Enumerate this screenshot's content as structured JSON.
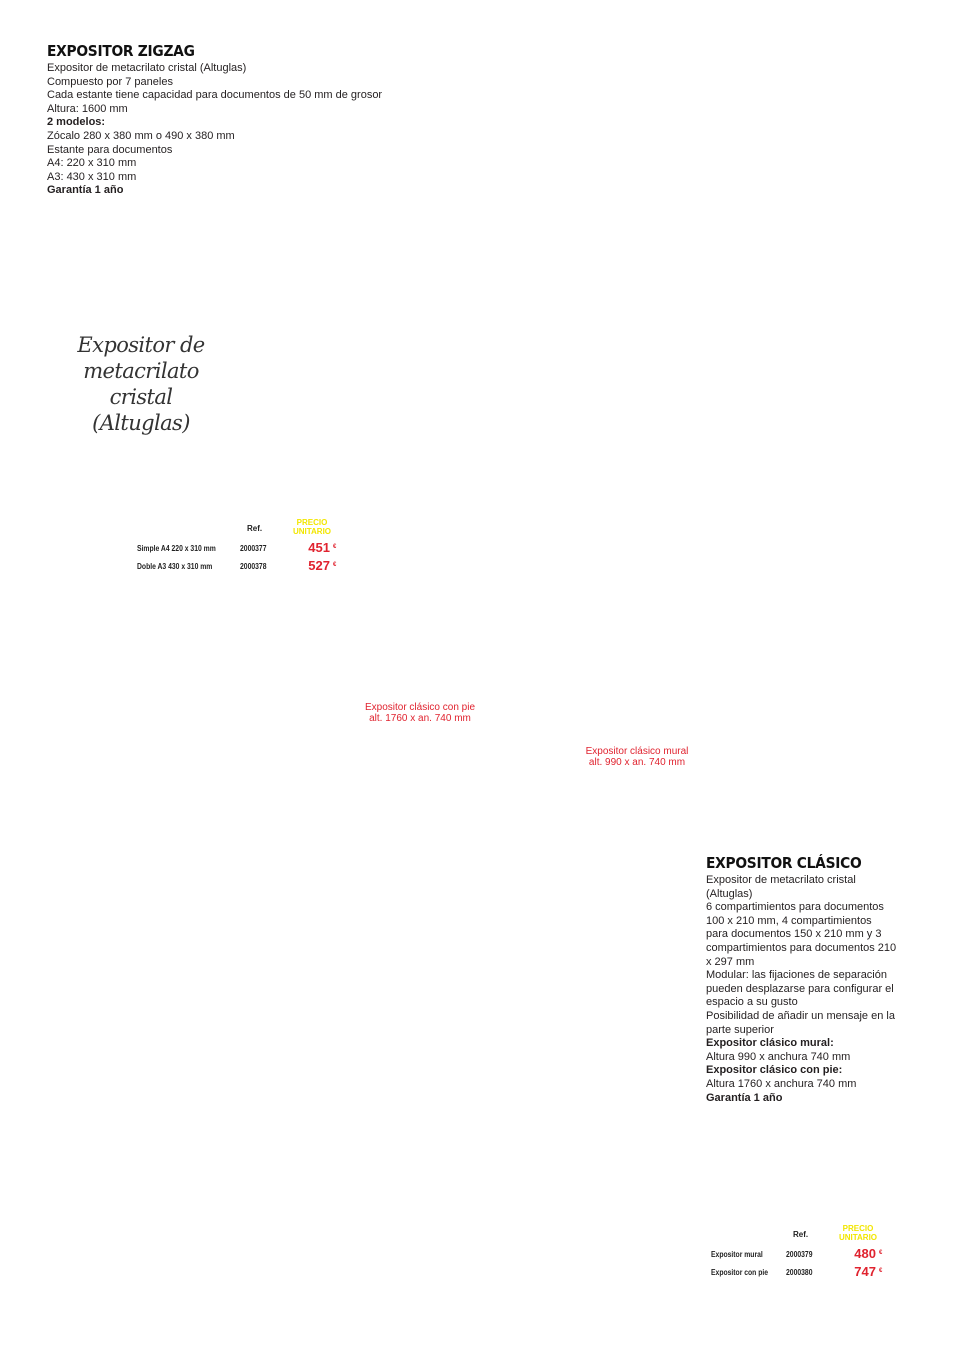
{
  "zigzag": {
    "title": "EXPOSITOR ZIGZAG",
    "lines": [
      "Expositor de metacrilato cristal (Altuglas)",
      "Compuesto por 7 paneles",
      "Cada estante tiene capacidad para documentos de 50 mm de grosor",
      "Altura: 1600 mm",
      "2 modelos:",
      "Zócalo 280 x 380 mm o 490 x 380 mm",
      "Estante para documentos",
      "A4: 220 x 310 mm",
      "A3: 430 x 310 mm",
      "Garantía 1 año"
    ],
    "handwritten_note": "Expositor de metacrilato cristal (Altuglas)",
    "table": {
      "ref_header": "Ref.",
      "price_header_1": "PRECIO",
      "price_header_2": "UNITARIO",
      "currency": "€",
      "rows": [
        {
          "name": "Simple A4 220 x 310 mm",
          "ref": "2000377",
          "price": "451"
        },
        {
          "name": "Doble A3 430 x 310 mm",
          "ref": "2000378",
          "price": "527"
        }
      ]
    }
  },
  "captions": {
    "con_pie_1": "Expositor clásico con pie",
    "con_pie_2": "alt. 1760 x an. 740 mm",
    "mural_1": "Expositor clásico mural",
    "mural_2": "alt. 990 x an. 740 mm"
  },
  "clasico": {
    "title": "EXPOSITOR CLÁSICO",
    "lines": [
      "Expositor de metacrilato cristal",
      "(Altuglas)",
      "6 compartimientos para documentos",
      "100 x 210 mm, 4 compartimientos",
      "para documentos 150 x 210 mm y 3",
      "compartimientos para documentos 210",
      "x 297 mm",
      "Modular: las fijaciones de separación",
      "pueden desplazarse para configurar el",
      "espacio a su gusto",
      "Posibilidad de añadir un mensaje en la",
      "parte superior",
      "Expositor clásico mural:",
      "Altura 990 x anchura 740 mm",
      "Expositor clásico con pie:",
      "Altura 1760 x anchura 740 mm",
      "Garantía 1 año"
    ],
    "table": {
      "ref_header": "Ref.",
      "price_header_1": "PRECIO",
      "price_header_2": "UNITARIO",
      "currency": "€",
      "rows": [
        {
          "name": "Expositor mural",
          "ref": "2000379",
          "price": "480"
        },
        {
          "name": "Expositor con pie",
          "ref": "2000380",
          "price": "747"
        }
      ]
    }
  },
  "colors": {
    "price_red": "#e0232f",
    "header_yellow": "#f2e600",
    "caption_red": "#e0232f"
  }
}
